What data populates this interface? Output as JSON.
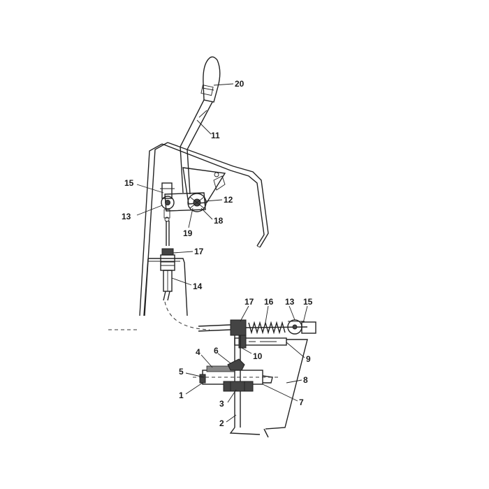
{
  "callouts": {
    "upper": {
      "c20": "20",
      "c11": "11",
      "c15": "15",
      "c13": "13",
      "c12": "12",
      "c18": "18",
      "c19": "19",
      "c17": "17",
      "c14": "14"
    },
    "lower": {
      "c17": "17",
      "c16": "16",
      "c13": "13",
      "c15": "15",
      "c10": "10",
      "c9": "9",
      "c4": "4",
      "c6": "6",
      "c5": "5",
      "c8": "8",
      "c1": "1",
      "c3": "3",
      "c7": "7",
      "c2": "2"
    }
  }
}
